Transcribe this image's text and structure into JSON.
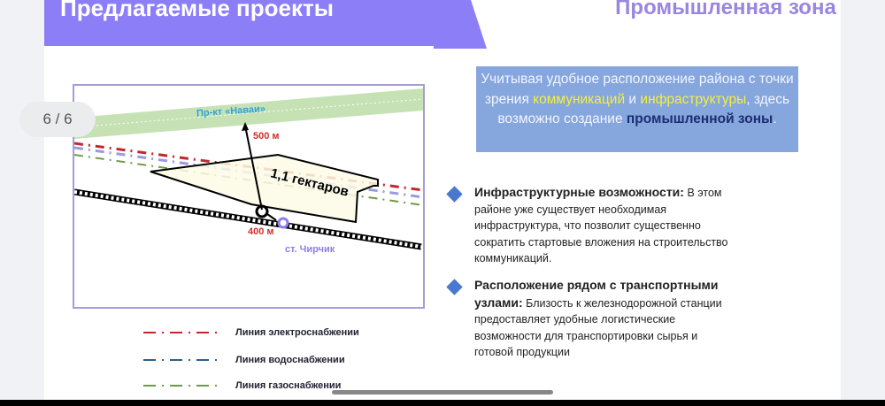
{
  "viewer": {
    "page_counter": "6 / 6"
  },
  "slide": {
    "title": "Предлагаемые проекты",
    "zone_title": "Промышленная зона",
    "info": {
      "part1": "Учитывая удобное расположение района с точки зрения ",
      "hl1": "коммуникаций",
      "part2": " и ",
      "hl2": "инфраструктуры",
      "part3": ", здесь возможно создание ",
      "hl3": "промышленной зоны",
      "part4": "."
    },
    "bullets": [
      {
        "title": "Инфраструктурные возможности:",
        "text": " В этом районе уже существует необходимая инфраструктура, что позволит существенно сократить стартовые вложения на строительство коммуникаций."
      },
      {
        "title": "Расположение рядом с транспортными узлами:",
        "text": " Близость к железнодорожной станции предоставляет удобные логистические возможности для транспортировки сырья и готовой продукции"
      }
    ],
    "map": {
      "road": "Пр-кт «Наваи»",
      "dist_road": "500 м",
      "area": "1,1 гектаров",
      "dist_station": "400 м",
      "station": "ст. Чирчик"
    },
    "legend": [
      {
        "label": "Линия электроснабжении",
        "color": "#c0282d"
      },
      {
        "label": "Линия водоснабжении",
        "color": "#2f5f8a"
      },
      {
        "label": "Линия газоснабжении",
        "color": "#6f9a45"
      }
    ],
    "colors": {
      "header": "#8c7ef7",
      "infobox": "#86a6de",
      "highlight": "#f4f03a"
    }
  }
}
